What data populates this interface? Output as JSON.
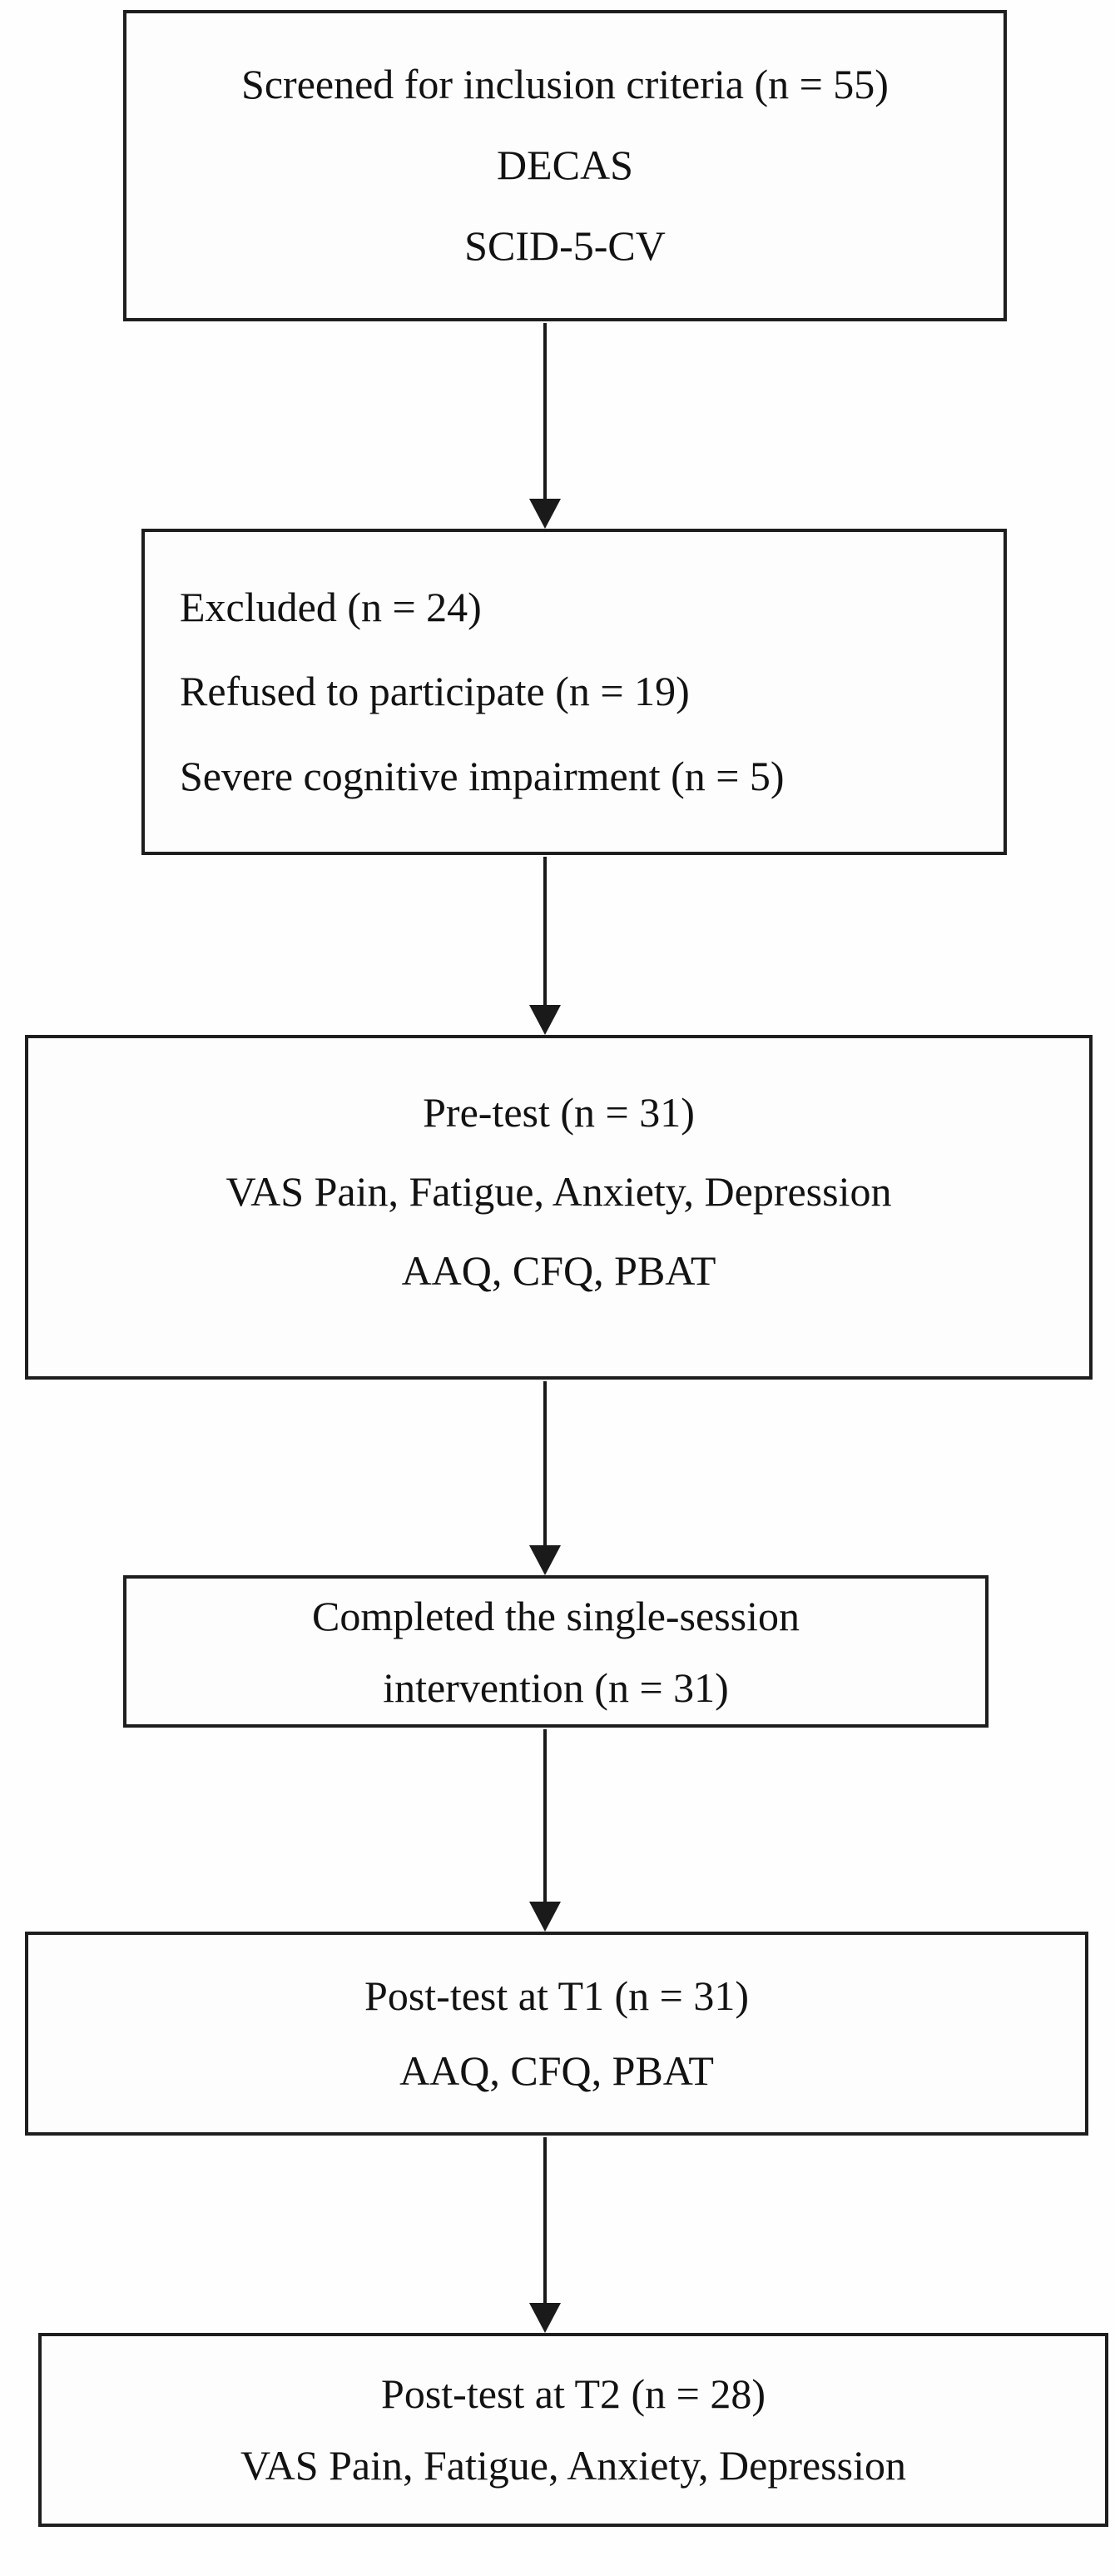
{
  "figure": {
    "type": "participant-flow-diagram",
    "background_color": "#fdfdfd",
    "line_color": "#1a1a1a",
    "text_color": "#121212"
  },
  "boxes": [
    {
      "id": "screened",
      "lines": [
        "Screened for inclusion criteria (n = 55)",
        "DECAS",
        "SCID-5-CV"
      ]
    },
    {
      "id": "excluded",
      "lines": [
        "Excluded (n = 24)",
        "Refused to participate (n = 19)",
        "Severe cognitive impairment (n = 5)"
      ]
    },
    {
      "id": "pretest",
      "lines": [
        "Pre-test (n = 31)",
        "VAS Pain, Fatigue, Anxiety, Depression",
        "AAQ, CFQ, PBAT"
      ]
    },
    {
      "id": "intervention",
      "lines": [
        "Completed the single-session",
        "intervention (n = 31)"
      ]
    },
    {
      "id": "posttest-t1",
      "lines": [
        "Post-test at T1 (n = 31)",
        "AAQ, CFQ, PBAT"
      ]
    },
    {
      "id": "posttest-t2",
      "lines": [
        "Post-test at T2 (n = 28)",
        "VAS Pain, Fatigue, Anxiety, Depression"
      ]
    }
  ]
}
